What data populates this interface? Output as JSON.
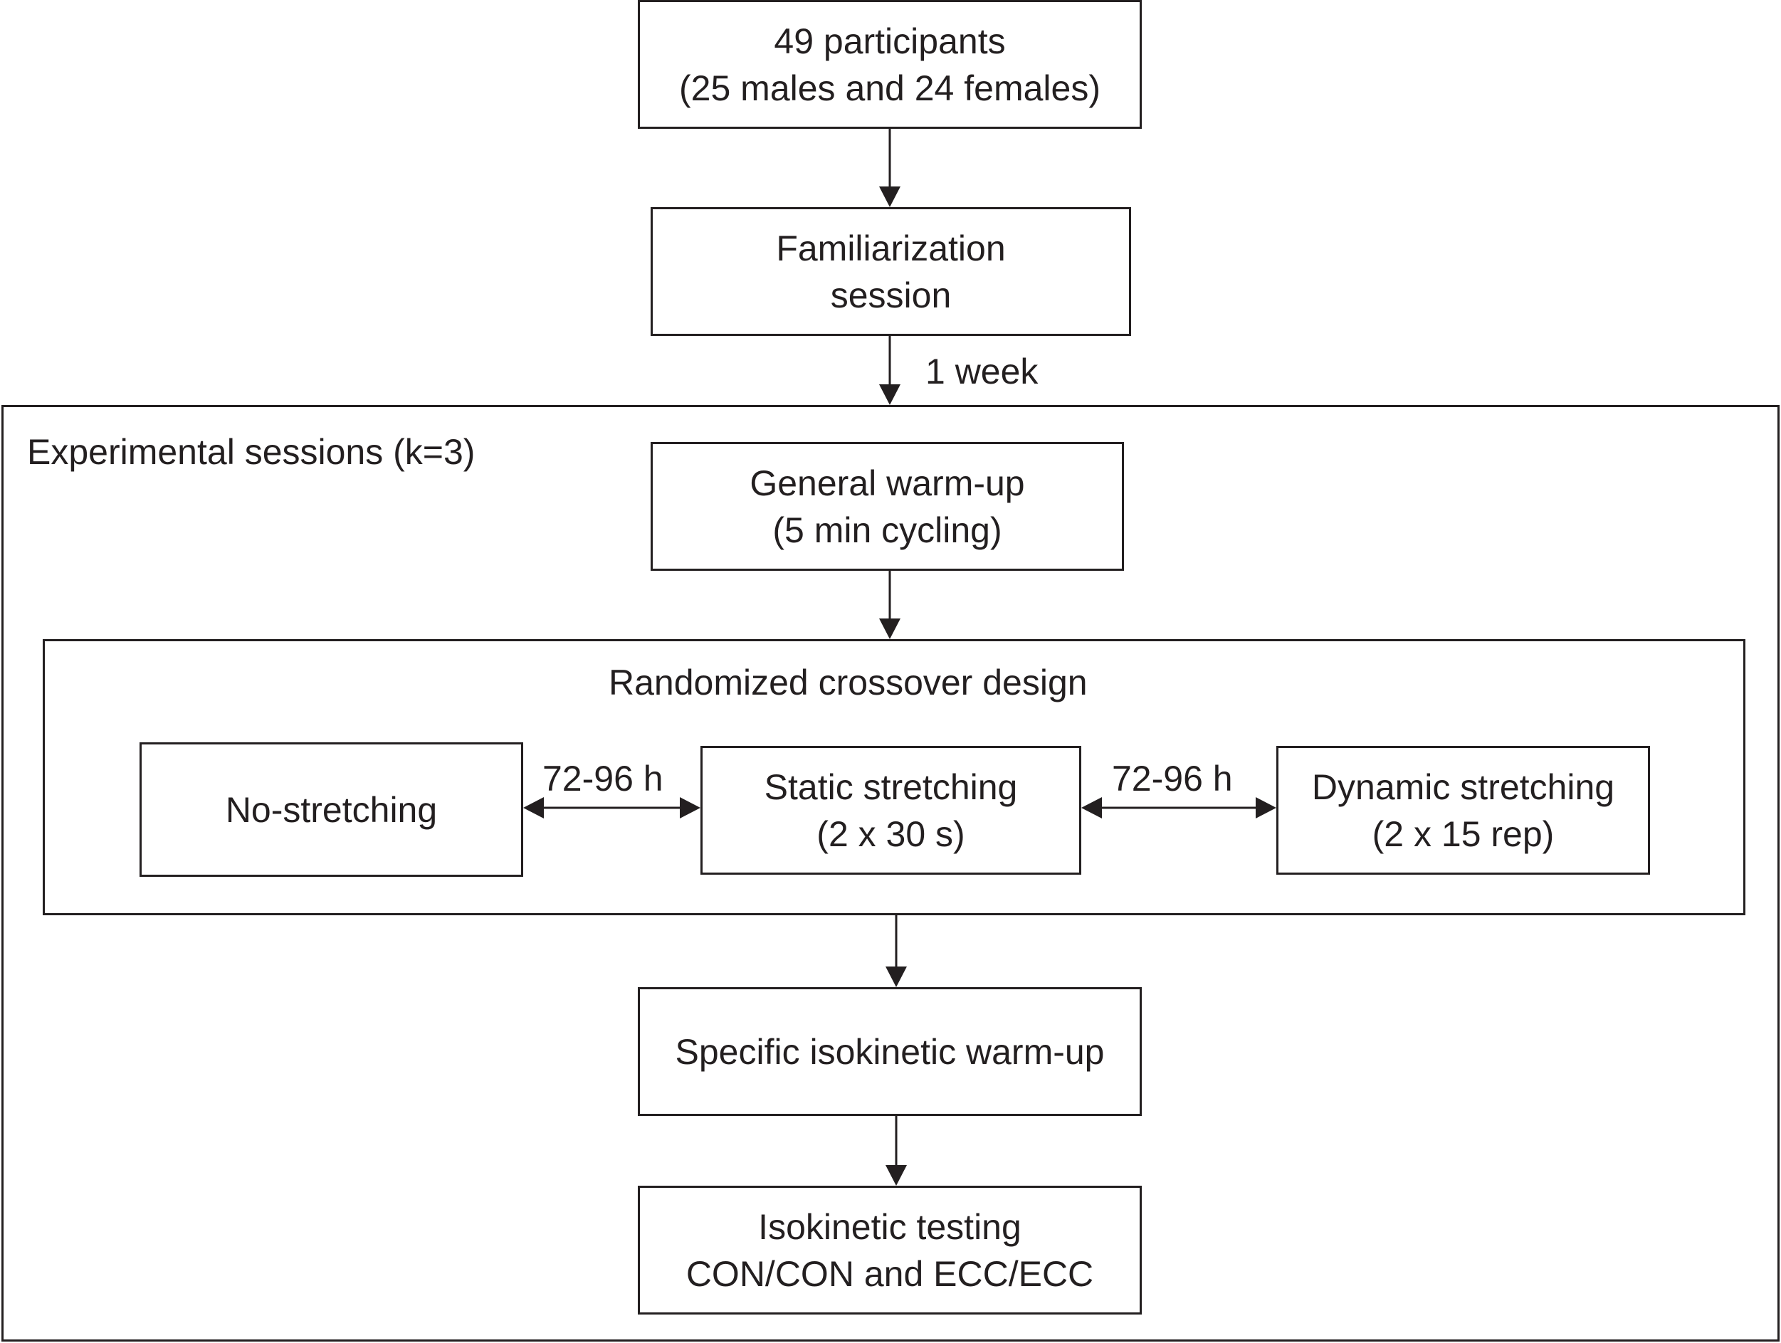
{
  "diagram": {
    "participants": {
      "line1": "49 participants",
      "line2": "(25 males and 24 females)"
    },
    "familiarization": {
      "line1": "Familiarization",
      "line2": "session"
    },
    "interval_label": "1 week",
    "experimental": {
      "title": "Experimental sessions (k=3)",
      "general_warmup": {
        "line1": "General warm-up",
        "line2": "(5 min cycling)"
      },
      "crossover": {
        "title": "Randomized crossover design",
        "no_stretching": "No-stretching",
        "static_stretching": {
          "line1": "Static stretching",
          "line2": "(2 x 30 s)"
        },
        "dynamic_stretching": {
          "line1": "Dynamic stretching",
          "line2": "(2 x 15 rep)"
        },
        "washout_left": "72-96 h",
        "washout_right": "72-96 h"
      },
      "specific_warmup": "Specific isokinetic warm-up",
      "testing": {
        "line1": "Isokinetic testing",
        "line2": "CON/CON and ECC/ECC"
      }
    }
  },
  "colors": {
    "ink": "#231f20",
    "background": "#ffffff"
  }
}
